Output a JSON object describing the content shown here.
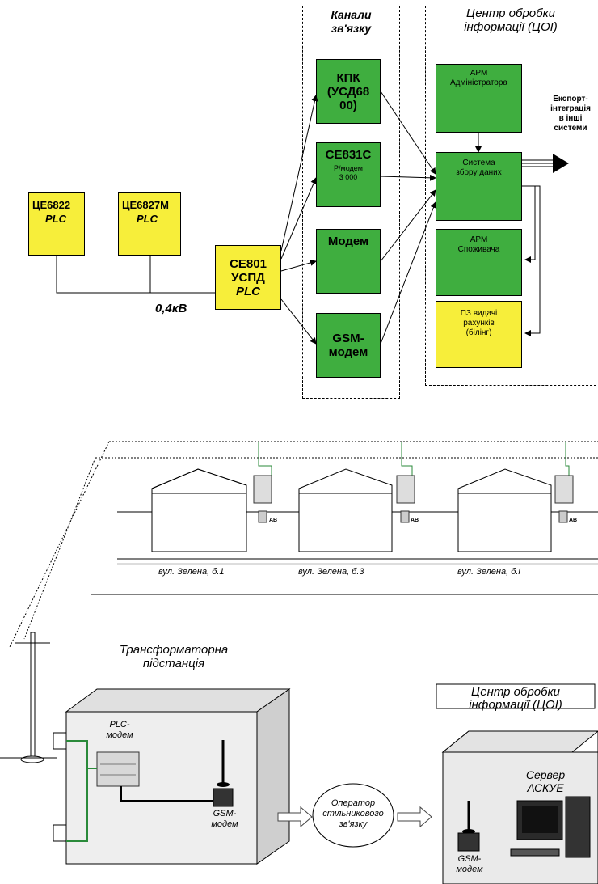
{
  "top": {
    "channels_title": [
      "Канали",
      "зв'язку"
    ],
    "center_title": [
      "Центр обробки",
      "інформації (ЦОІ)"
    ],
    "meters": [
      {
        "name": "ЦЕ6822",
        "sub": "PLC"
      },
      {
        "name": "ЦЕ6827М",
        "sub": "PLC"
      }
    ],
    "uspd": [
      "СЕ801",
      "УСПД",
      "PLC"
    ],
    "voltage": "0,4кВ",
    "channels": [
      {
        "lines": [
          "КПК",
          "(УСД68",
          "00)"
        ]
      },
      {
        "lines": [
          "СЕ831С"
        ],
        "small": [
          "Р/модем",
          "3 000"
        ]
      },
      {
        "lines": [
          "Модем"
        ]
      },
      {
        "lines": [
          "GSM-",
          "модем"
        ]
      }
    ],
    "center_boxes": {
      "admin": [
        "АРМ",
        "Адміністратора"
      ],
      "collect": [
        "Система",
        "збору даних"
      ],
      "consumer": [
        "АРМ",
        "Споживача"
      ],
      "billing": [
        "ПЗ видачі",
        "рахунків",
        "(білінг)"
      ]
    },
    "export": [
      "Експорт-",
      "інтеграція",
      "в інші",
      "системи"
    ]
  },
  "bottom": {
    "addresses": [
      "вул. Зелена, б.1",
      "вул. Зелена, б.3",
      "вул. Зелена, б.i"
    ],
    "meter_tag": "АВ",
    "substation_title": [
      "Трансформаторна",
      "підстанція"
    ],
    "plc_modem": [
      "PLC-",
      "модем"
    ],
    "gsm_modem_left": [
      "GSM-",
      "модем"
    ],
    "operator": [
      "Оператор",
      "стільникового",
      "зв'язку"
    ],
    "center_title": [
      "Центр обробки",
      "інформації (ЦОІ)"
    ],
    "server": [
      "Сервер",
      "АСКУЕ"
    ],
    "gsm_modem_right": [
      "GSM-",
      "модем"
    ]
  }
}
